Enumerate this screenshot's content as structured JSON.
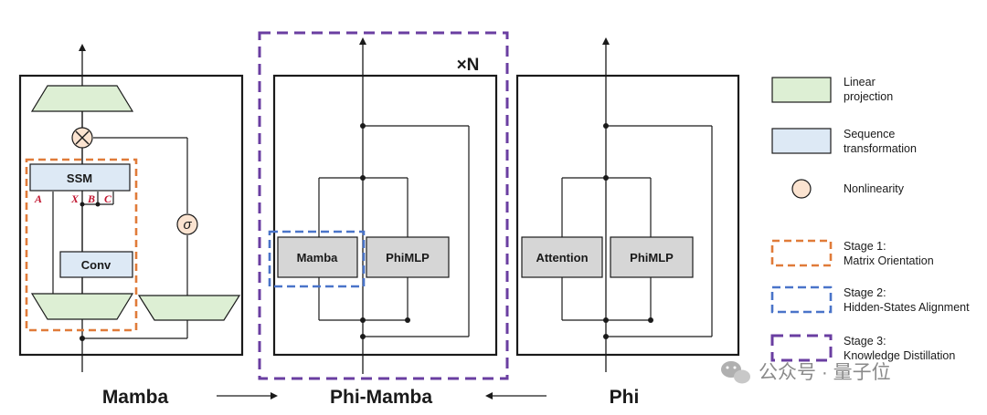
{
  "mamba_block": {
    "ssm_label": "SSM",
    "conv_label": "Conv",
    "ssm_inputs": [
      "A",
      "X",
      "B",
      "C"
    ],
    "sigma_symbol": "σ",
    "multiply_symbol": "⊗"
  },
  "phimamba_block": {
    "repeat_label": "×N",
    "mixer_label": "Mamba",
    "mlp_label": "PhiMLP"
  },
  "phi_block": {
    "mixer_label": "Attention",
    "mlp_label": "PhiMLP"
  },
  "legend": {
    "linear_projection": "Linear projection",
    "sequence_transformation": "Sequence transformation",
    "nonlinearity": "Nonlinearity",
    "stage1": "Stage 1: Matrix Orientation",
    "stage2": "Stage 2: Hidden-States Alignment",
    "stage3": "Stage 3: Knowledge Distillation"
  },
  "bottom_labels": {
    "mamba": "Mamba",
    "phimamba": "Phi-Mamba",
    "phi": "Phi"
  },
  "watermark": "公众号 · 量子位",
  "colors": {
    "linear_projection": "#ddefd4",
    "sequence_transformation": "#dde9f5",
    "nonlinearity": "#fbe3d0",
    "gray_box": "#d6d6d6",
    "stage1": "#e07b39",
    "stage2": "#4a74c9",
    "stage3": "#6a3ea1"
  }
}
